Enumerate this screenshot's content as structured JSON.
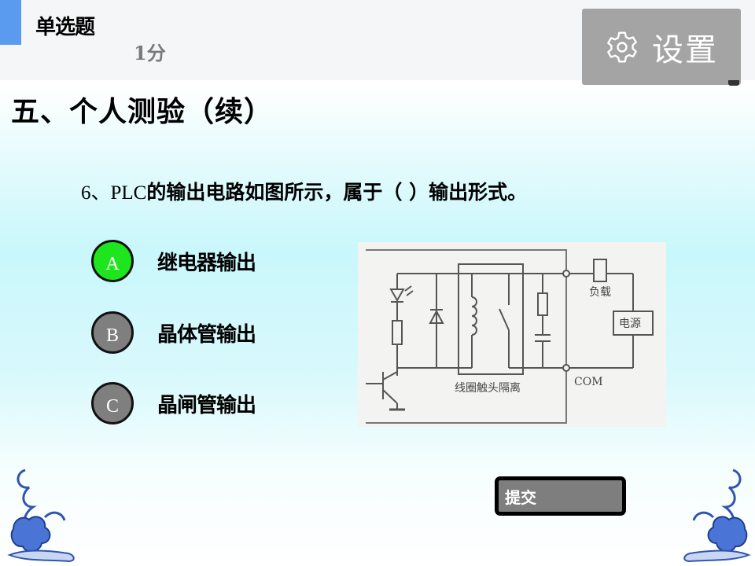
{
  "header": {
    "question_type": "单选题",
    "score": "1分",
    "settings": {
      "label": "设置",
      "icon": "gear-icon"
    }
  },
  "slide": {
    "title": "五、个人测验（续）",
    "question_number": "6、PLC",
    "question_text": "的输出电路如图所示，属于（ ）输出形式。"
  },
  "options": [
    {
      "letter": "A",
      "text": "继电器输出",
      "color": "#1ee61e",
      "selected": true
    },
    {
      "letter": "B",
      "text": "晶体管输出",
      "color": "#7f7f7f",
      "selected": false
    },
    {
      "letter": "C",
      "text": "晶闸管输出",
      "color": "#7f7f7f",
      "selected": false
    }
  ],
  "diagram": {
    "labels": {
      "load": "负载",
      "power": "电源",
      "com": "COM",
      "isolation": "线圈触头隔离"
    }
  },
  "submit": {
    "label": "提交"
  },
  "colors": {
    "accent_blue": "#5b9bef",
    "settings_bg": "#a4a4a4",
    "submit_bg": "#7e7e7e",
    "selected_green": "#1ee61e"
  }
}
